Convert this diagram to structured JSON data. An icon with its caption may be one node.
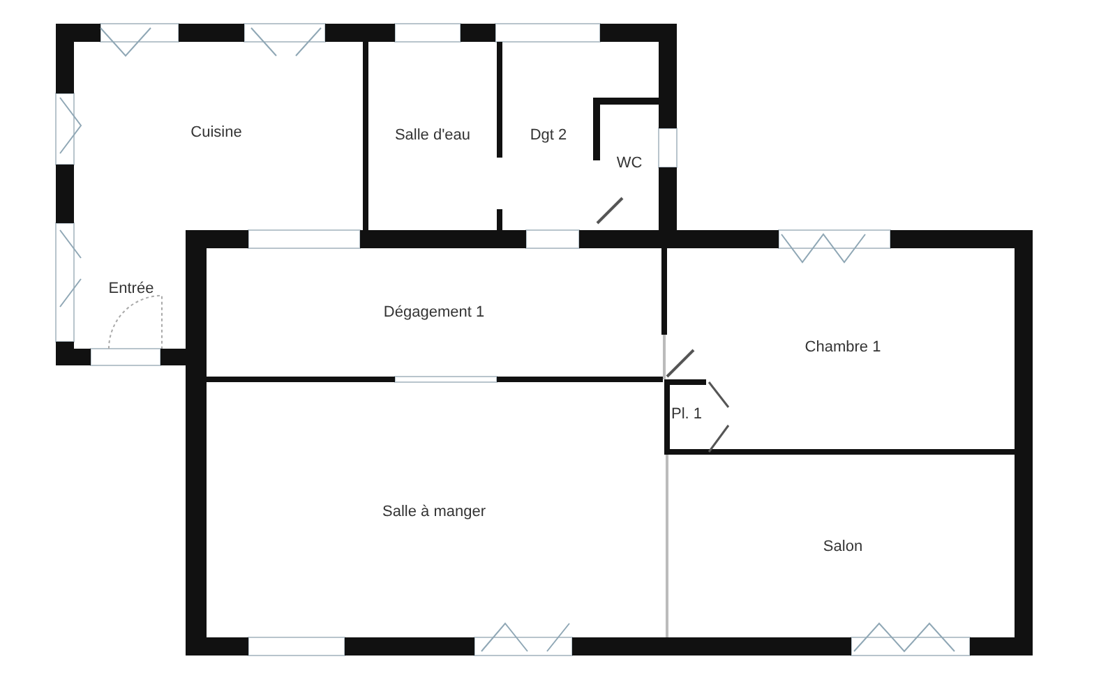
{
  "diagram": {
    "nodes": [
      {
        "text": [
          "Cuisine"
        ]
      },
      {
        "text": [
          "Entrée"
        ]
      },
      {
        "text": [
          "Salle d'eau"
        ]
      },
      {
        "text": [
          "Dgt 2"
        ]
      },
      {
        "text": [
          "WC"
        ]
      },
      {
        "text": [
          "Dégagement 1"
        ]
      },
      {
        "text": [
          "Chambre 1"
        ]
      },
      {
        "text": [
          "Pl. 1"
        ]
      },
      {
        "text": [
          "Salle à manger"
        ]
      },
      {
        "text": [
          "Salon"
        ]
      }
    ]
  }
}
